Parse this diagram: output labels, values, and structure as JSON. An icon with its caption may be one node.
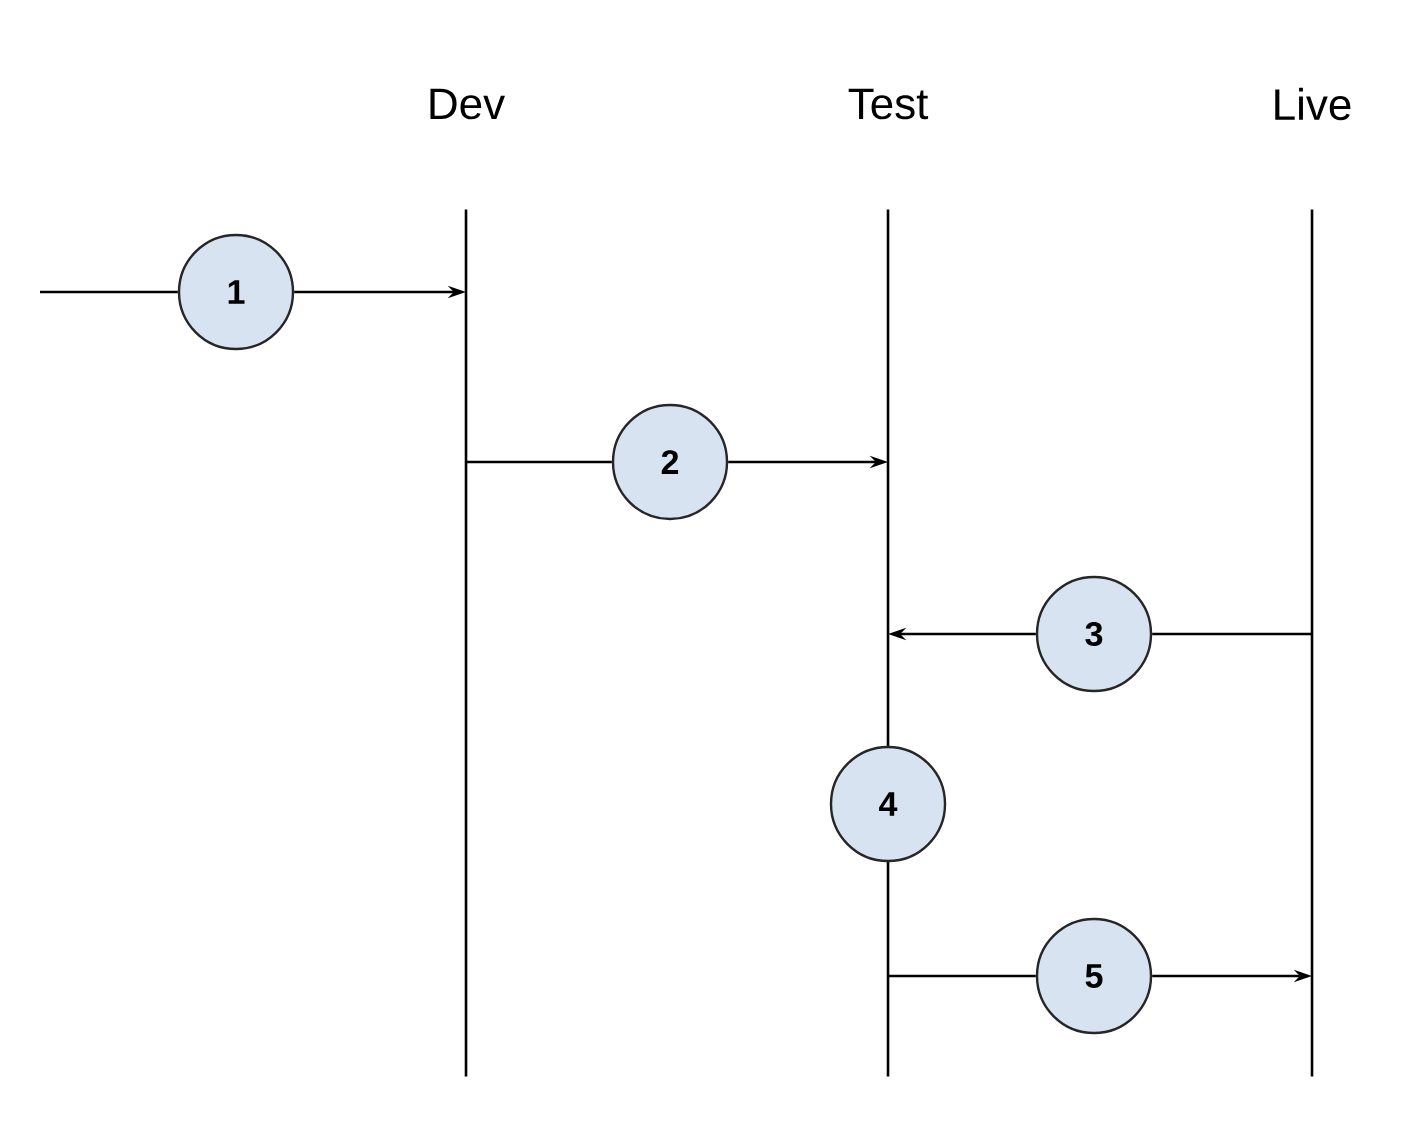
{
  "diagram": {
    "nodes": [
      {
        "text": [
          "Dev"
        ]
      },
      {
        "text": [
          "Test"
        ]
      },
      {
        "text": [
          "Live"
        ]
      },
      {
        "text": [
          "1"
        ]
      },
      {
        "text": [
          "2"
        ]
      },
      {
        "text": [
          "3"
        ]
      },
      {
        "text": [
          "4"
        ]
      },
      {
        "text": [
          "5"
        ]
      }
    ],
    "edges": [
      {
        "from": null,
        "to": 3,
        "arrow": "none"
      },
      {
        "from": 3,
        "to": 0,
        "arrow": "to"
      },
      {
        "from": 0,
        "to": 4,
        "arrow": "none"
      },
      {
        "from": 4,
        "to": 1,
        "arrow": "to"
      },
      {
        "from": 2,
        "to": 5,
        "arrow": "none"
      },
      {
        "from": 5,
        "to": 1,
        "arrow": "to"
      },
      {
        "from": 1,
        "to": 7,
        "arrow": "none"
      },
      {
        "from": 7,
        "to": 2,
        "arrow": "to"
      }
    ]
  }
}
